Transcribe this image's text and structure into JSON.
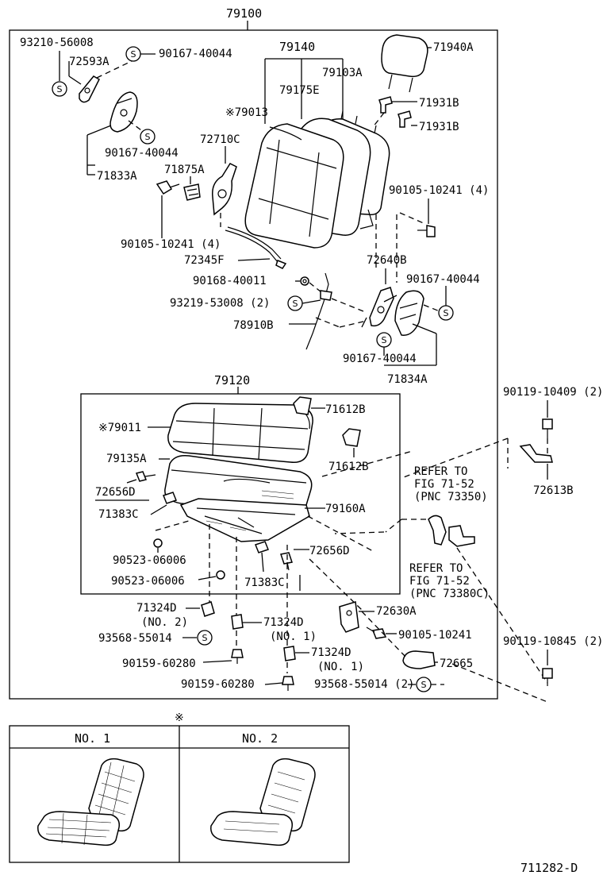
{
  "diagram": {
    "code": "711282-D",
    "asterisk_mark": "※",
    "assemblies": {
      "seat_assy": "79100",
      "back_assy": "79140",
      "cushion_assy": "79120"
    },
    "labels": {
      "l_93210_56008": "93210-56008",
      "l_72593A": "72593A",
      "l_90167_40044_a": "90167-40044",
      "l_90167_40044_b": "90167-40044",
      "l_71833A": "71833A",
      "l_71875A": "71875A",
      "l_72710C": "72710C",
      "l_90105_10241_a": "90105-10241 (4)",
      "l_72345F": "72345F",
      "l_79013": "※79013",
      "l_79175E": "79175E",
      "l_79103A": "79103A",
      "l_71940A": "71940A",
      "l_71931B_a": "71931B",
      "l_71931B_b": "71931B",
      "l_90105_10241_b": "90105-10241 (4)",
      "l_72640B": "72640B",
      "l_90168_40011": "90168-40011",
      "l_90167_40044_c": "90167-40044",
      "l_93219_53008": "93219-53008 (2)",
      "l_78910B": "78910B",
      "l_90167_40044_d": "90167-40044",
      "l_71834A": "71834A",
      "l_79011": "※79011",
      "l_71612B_a": "71612B",
      "l_79135A": "79135A",
      "l_71612B_b": "71612B",
      "l_72656D_a": "72656D",
      "l_71383C_a": "71383C",
      "l_79160A": "79160A",
      "l_90523_06006_a": "90523-06006",
      "l_72656D_b": "72656D",
      "l_90523_06006_b": "90523-06006",
      "l_71383C_b": "71383C",
      "l_71324D_a": "71324D",
      "l_no2_a": "(NO. 2)",
      "l_93568_55014_a": "93568-55014",
      "l_71324D_b": "71324D",
      "l_no1_b": "(NO. 1)",
      "l_90159_60280_a": "90159-60280",
      "l_71324D_c": "71324D",
      "l_no1_c": "(NO. 1)",
      "l_90159_60280_b": "90159-60280",
      "l_93568_55014_b": "93568-55014 (2)",
      "l_72630A": "72630A",
      "l_90105_10241_c": "90105-10241",
      "l_72665": "72665",
      "l_90119_10409": "90119-10409 (2)",
      "l_72613B": "72613B",
      "l_refer1_a": "REFER TO",
      "l_refer1_b": "FIG 71-52",
      "l_refer1_c": "(PNC 73350)",
      "l_refer2_a": "REFER TO",
      "l_refer2_b": "FIG 71-52",
      "l_refer2_c": "(PNC 73380C)",
      "l_90119_10845": "90119-10845 (2)"
    },
    "s_mark": "S",
    "variants": {
      "header_no1": "NO. 1",
      "header_no2": "NO. 2"
    }
  }
}
